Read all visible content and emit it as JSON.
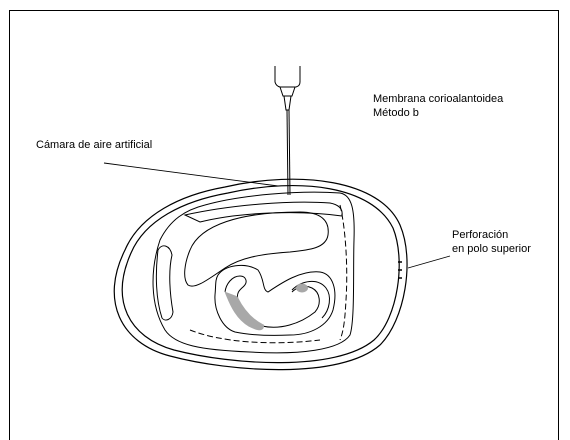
{
  "labels": {
    "method_line1": "Membrana corioalantoidea",
    "method_line2": "Método b",
    "air_chamber": "Cámara de aire artificial",
    "perforation_line1": "Perforación",
    "perforation_line2": "en polo superior"
  },
  "colors": {
    "stroke": "#000000",
    "embryo_shade": "#a8a8a8"
  }
}
